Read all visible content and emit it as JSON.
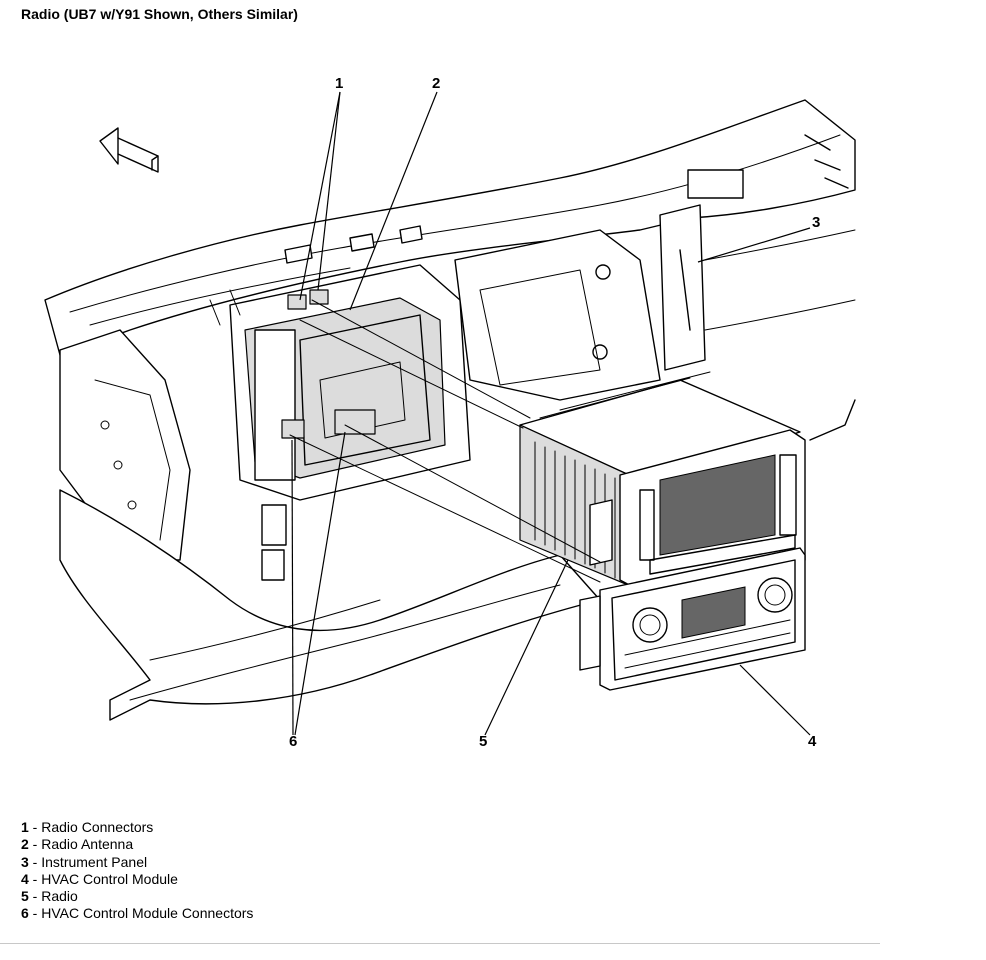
{
  "title": "Radio (UB7 w/Y91 Shown, Others Similar)",
  "callouts": [
    {
      "num": "1"
    },
    {
      "num": "2"
    },
    {
      "num": "3"
    },
    {
      "num": "4"
    },
    {
      "num": "5"
    },
    {
      "num": "6"
    }
  ],
  "legend": [
    {
      "num": "1",
      "sep": " - ",
      "label": "Radio Connectors"
    },
    {
      "num": "2",
      "sep": " - ",
      "label": "Radio Antenna"
    },
    {
      "num": "3",
      "sep": " - ",
      "label": "Instrument Panel"
    },
    {
      "num": "4",
      "sep": " - ",
      "label": "HVAC Control Module"
    },
    {
      "num": "5",
      "sep": " - ",
      "label": "Radio"
    },
    {
      "num": "6",
      "sep": " - ",
      "label": "HVAC Control Module Connectors"
    }
  ]
}
